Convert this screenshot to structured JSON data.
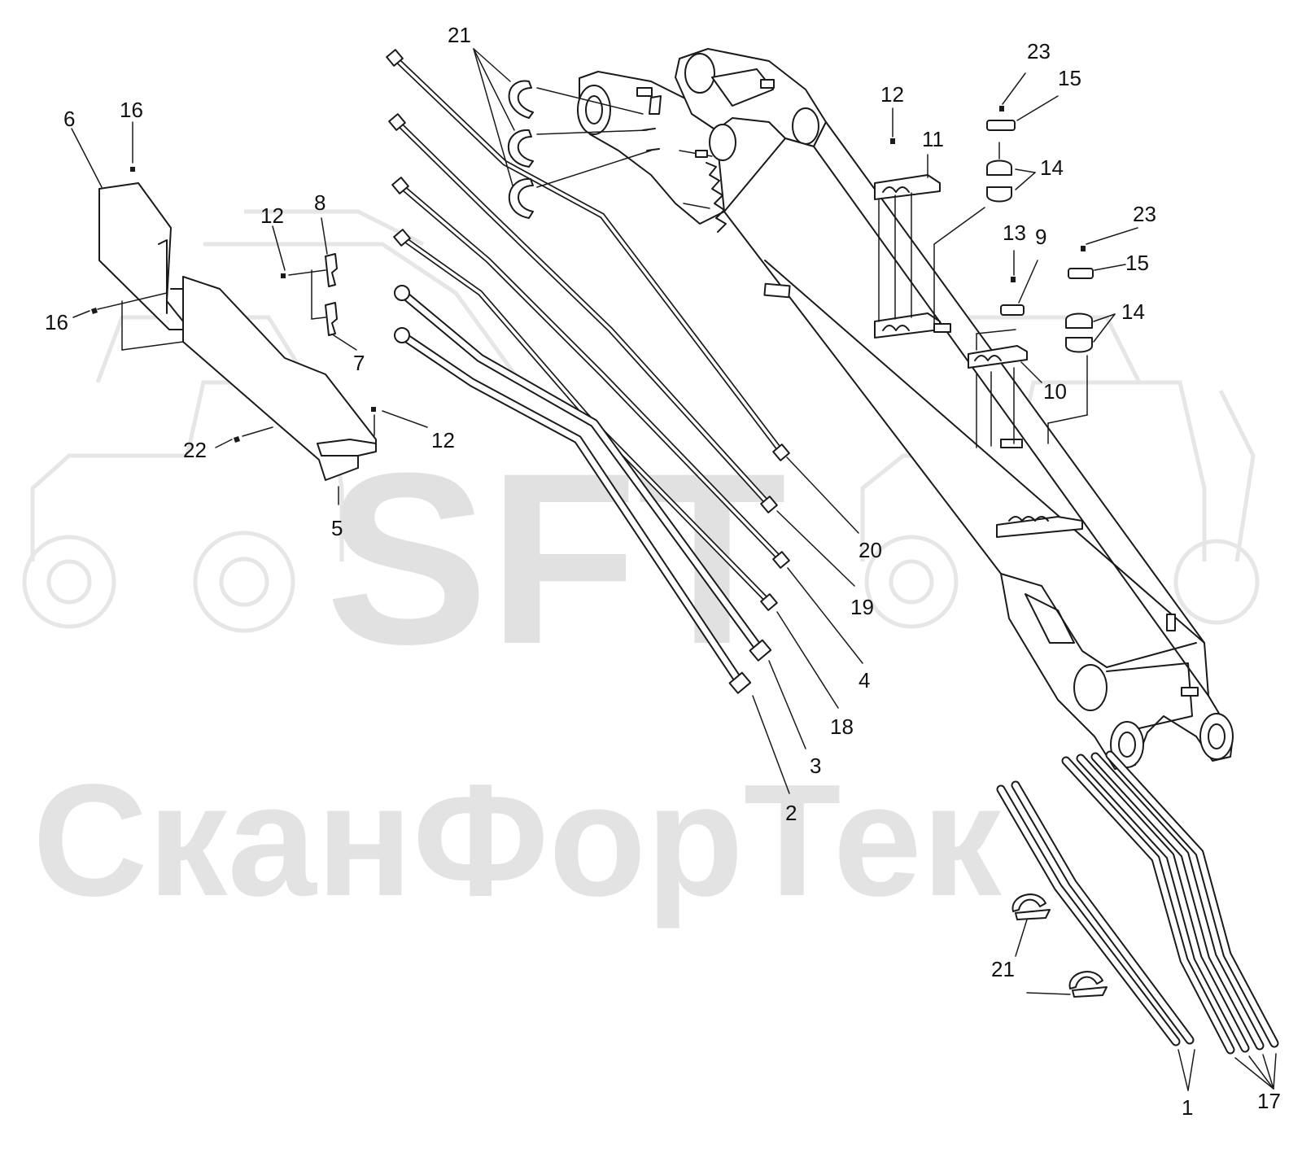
{
  "watermark": {
    "logo_text": "SFT",
    "brand_text": "СканФорТек",
    "color": "#e1e1e1"
  },
  "colors": {
    "line": "#1a1a1a",
    "background": "#ffffff"
  },
  "callouts": [
    {
      "id": "c21a",
      "label": "21"
    },
    {
      "id": "c16a",
      "label": "16"
    },
    {
      "id": "c6",
      "label": "6"
    },
    {
      "id": "c12a",
      "label": "12"
    },
    {
      "id": "c8",
      "label": "8"
    },
    {
      "id": "c16b",
      "label": "16"
    },
    {
      "id": "c7",
      "label": "7"
    },
    {
      "id": "c12b",
      "label": "12"
    },
    {
      "id": "c22",
      "label": "22"
    },
    {
      "id": "c5",
      "label": "5"
    },
    {
      "id": "c20",
      "label": "20"
    },
    {
      "id": "c19",
      "label": "19"
    },
    {
      "id": "c4",
      "label": "4"
    },
    {
      "id": "c18",
      "label": "18"
    },
    {
      "id": "c3",
      "label": "3"
    },
    {
      "id": "c2",
      "label": "2"
    },
    {
      "id": "c12c",
      "label": "12"
    },
    {
      "id": "c11",
      "label": "11"
    },
    {
      "id": "c23a",
      "label": "23"
    },
    {
      "id": "c15a",
      "label": "15"
    },
    {
      "id": "c14a",
      "label": "14"
    },
    {
      "id": "c13",
      "label": "13"
    },
    {
      "id": "c9",
      "label": "9"
    },
    {
      "id": "c23b",
      "label": "23"
    },
    {
      "id": "c15b",
      "label": "15"
    },
    {
      "id": "c14b",
      "label": "14"
    },
    {
      "id": "c10",
      "label": "10"
    },
    {
      "id": "c21b",
      "label": "21"
    },
    {
      "id": "c1",
      "label": "1"
    },
    {
      "id": "c17",
      "label": "17"
    }
  ]
}
